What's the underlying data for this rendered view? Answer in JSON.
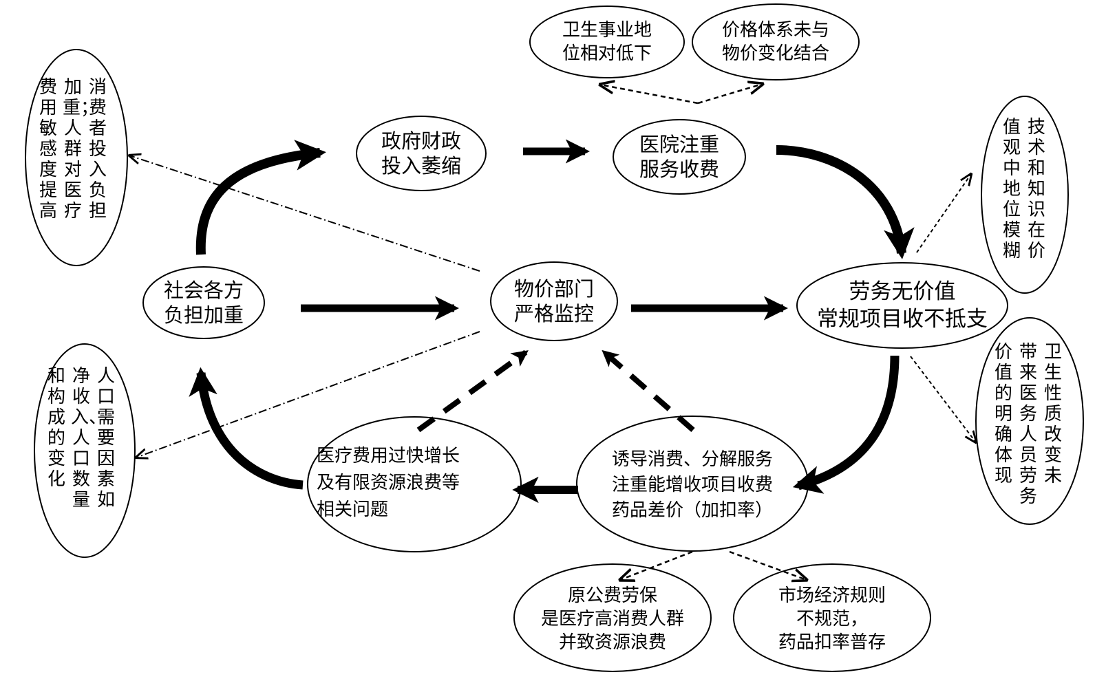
{
  "nodes": {
    "society": {
      "lines": [
        "社会各方",
        "负担加重"
      ]
    },
    "price_dept": {
      "lines": [
        "物价部门",
        "严格监控"
      ]
    },
    "labor": {
      "lines": [
        "劳务无价值",
        "常规项目收不抵支"
      ]
    },
    "gov": {
      "lines": [
        "政府财政",
        "投入萎缩"
      ]
    },
    "hospital": {
      "lines": [
        "医院注重",
        "服务收费"
      ]
    },
    "health_status": {
      "lines": [
        "卫生事业地",
        "位相对低下"
      ]
    },
    "price_system": {
      "lines": [
        "价格体系未与",
        "物价变化结合"
      ]
    },
    "induce": {
      "lines": [
        "诱导消费、分解服务",
        "注重能增收项目收费",
        "药品差价（加扣率）"
      ]
    },
    "medical_cost": {
      "lines": [
        "医疗费用过快增长",
        "及有限资源浪费等",
        "相关问题"
      ]
    },
    "public_fee": {
      "lines": [
        "原公费劳保",
        "是医疗高消费人群",
        "并致资源浪费"
      ]
    },
    "market": {
      "lines": [
        "市场经济规则",
        "不规范，",
        "药品扣率普存"
      ]
    },
    "consumer": {
      "cols": [
        "消费者投入负担",
        "加重；人群对医疗",
        "费用敏感度提高"
      ]
    },
    "population": {
      "cols": [
        "人口需要因素如",
        "净收入、人口数量",
        "和构成的变化"
      ]
    },
    "tech_value": {
      "cols": [
        "技术和知识在价",
        "值观中地位模糊"
      ]
    },
    "health_nature": {
      "cols": [
        "卫生性质改变未",
        "带来医务人员劳务",
        "价值的明确体现"
      ]
    }
  }
}
